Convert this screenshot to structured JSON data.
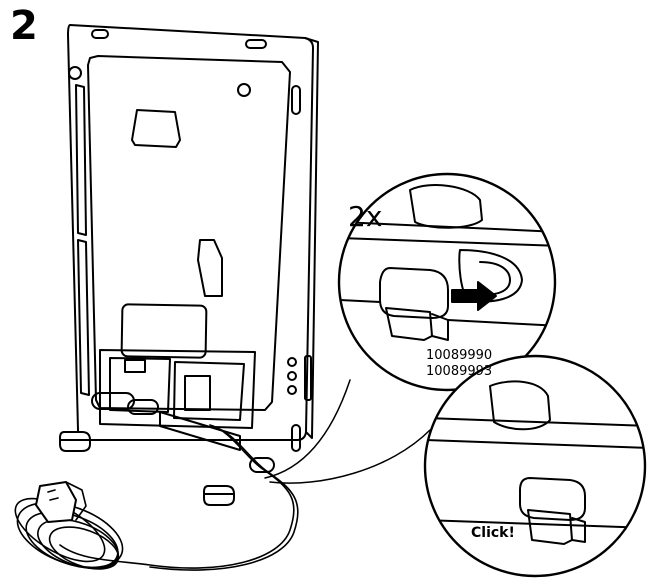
{
  "step": {
    "number": "2"
  },
  "callout": {
    "multiplier": "2x"
  },
  "parts": [
    {
      "id": "10089990"
    },
    {
      "id": "10089993"
    }
  ],
  "action": {
    "click_label": "Click!"
  }
}
